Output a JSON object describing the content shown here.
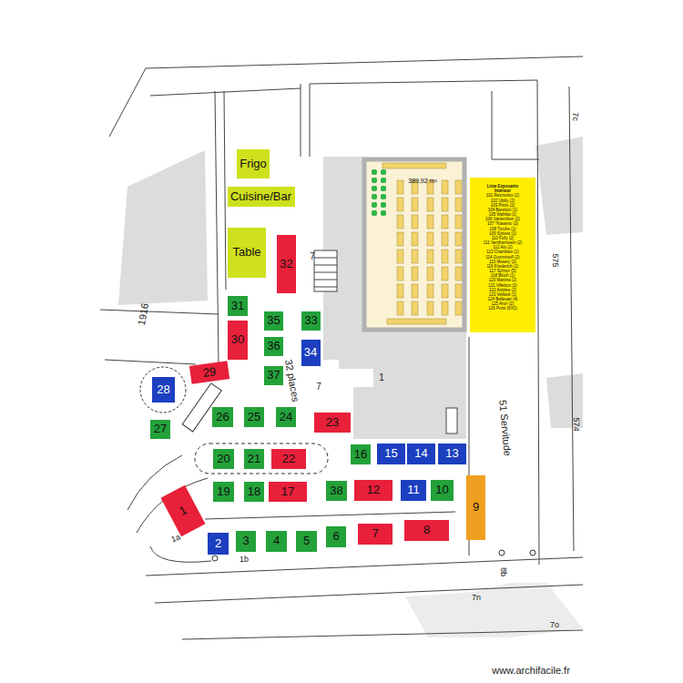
{
  "diagram": {
    "nodes": [
      {
        "text": [
          "Frigo"
        ]
      },
      {
        "text": [
          "Cuisine/Bar"
        ]
      },
      {
        "text": [
          "Table"
        ]
      },
      {
        "text": [
          "389,92 m²"
        ]
      },
      {
        "text": [
          "32"
        ]
      },
      {
        "text": [
          "Liste Exposants",
          "Intérieur",
          "101 Rezzonico (2)",
          "102 Ubilly (2)",
          "103 Pizzo (2)",
          "104 Beretton (1)",
          "105 Wahiba (1)",
          "106 Vanlenthen (2)",
          "107 *Kasamo (2)",
          "108 Torche (1)",
          "109 Sylvest (1)",
          "110 Folly (2)",
          "111 Verzbrenstein (2)",
          "112 Aio (2)",
          "113 Chamblex (1)",
          "114 Gomminoff (2)",
          "115 Mesery (2)",
          "116 Friederich (1)",
          "117 Schnur (5)",
          "118 Bloch (1)",
          "120 Martina (2)",
          "121 Villebon (2)",
          "122 Andrée (2)",
          "123 Veillard (1)",
          "124 Bellesart (4)",
          "125 Aron (2)",
          "126 Ponti (6X2)"
        ]
      },
      {
        "text": [
          "31"
        ]
      },
      {
        "text": [
          "35"
        ]
      },
      {
        "text": [
          "33"
        ]
      },
      {
        "text": [
          "30"
        ]
      },
      {
        "text": [
          "36"
        ]
      },
      {
        "text": [
          "34"
        ]
      },
      {
        "text": [
          "29"
        ]
      },
      {
        "text": [
          "28"
        ]
      },
      {
        "text": [
          "37"
        ]
      },
      {
        "text": [
          "26"
        ]
      },
      {
        "text": [
          "25"
        ]
      },
      {
        "text": [
          "24"
        ]
      },
      {
        "text": [
          "23"
        ]
      },
      {
        "text": [
          "27"
        ]
      },
      {
        "text": [
          "20"
        ]
      },
      {
        "text": [
          "21"
        ]
      },
      {
        "text": [
          "22"
        ]
      },
      {
        "text": [
          "16"
        ]
      },
      {
        "text": [
          "15"
        ]
      },
      {
        "text": [
          "14"
        ]
      },
      {
        "text": [
          "13"
        ]
      },
      {
        "text": [
          "9"
        ]
      },
      {
        "text": [
          "1"
        ]
      },
      {
        "text": [
          "19"
        ]
      },
      {
        "text": [
          "18"
        ]
      },
      {
        "text": [
          "17"
        ]
      },
      {
        "text": [
          "38"
        ]
      },
      {
        "text": [
          "12"
        ]
      },
      {
        "text": [
          "11"
        ]
      },
      {
        "text": [
          "10"
        ]
      },
      {
        "text": [
          "8"
        ]
      },
      {
        "text": [
          "7"
        ]
      },
      {
        "text": [
          "6"
        ]
      },
      {
        "text": [
          "3"
        ]
      },
      {
        "text": [
          "4"
        ]
      },
      {
        "text": [
          "5"
        ]
      },
      {
        "text": [
          "2"
        ]
      }
    ],
    "labels": [
      "1916",
      "32 places",
      "51 Servitude",
      "7",
      "1",
      "7",
      "1a",
      "1b",
      "8b",
      "7n",
      "7o",
      "7c",
      "575",
      "574",
      "www.archifacile.fr"
    ]
  }
}
